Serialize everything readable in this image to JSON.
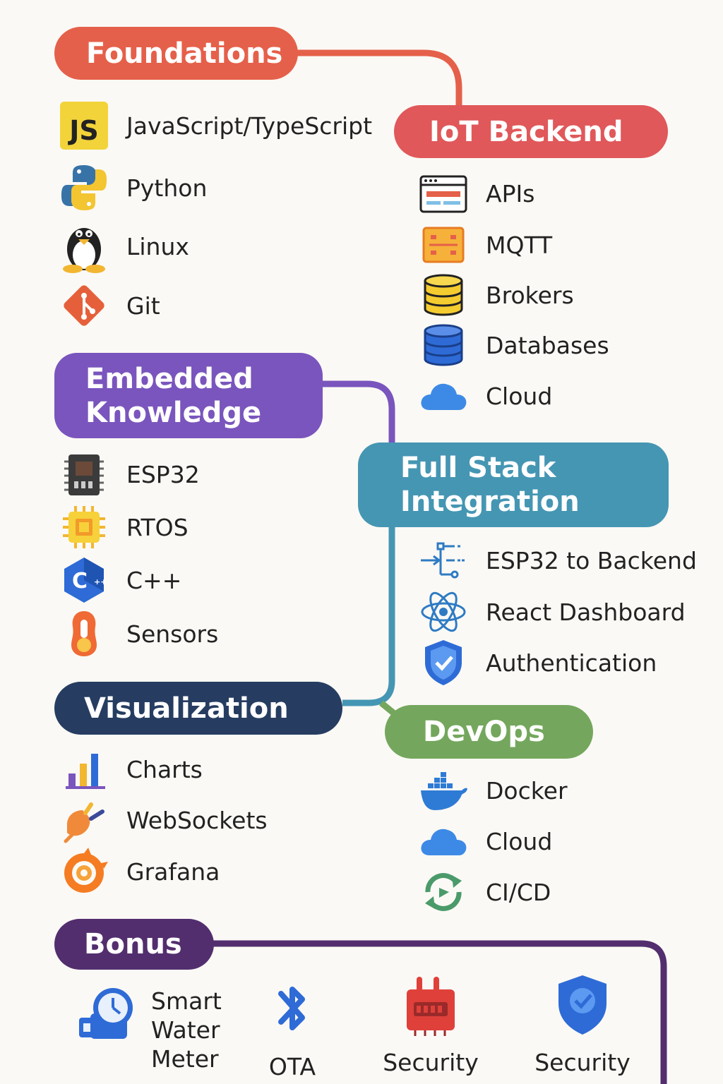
{
  "sections": {
    "foundations": {
      "title": "Foundations",
      "color": "#e5604a",
      "items": [
        {
          "label": "JavaScript/TypeScript",
          "icon": "javascript-icon"
        },
        {
          "label": "Python",
          "icon": "python-icon"
        },
        {
          "label": "Linux",
          "icon": "linux-penguin-icon"
        },
        {
          "label": "Git",
          "icon": "git-icon"
        }
      ]
    },
    "iot_backend": {
      "title": "IoT Backend",
      "color": "#e0585a",
      "items": [
        {
          "label": "APIs",
          "icon": "browser-window-icon"
        },
        {
          "label": "MQTT",
          "icon": "mqtt-board-icon"
        },
        {
          "label": "Brokers",
          "icon": "database-yellow-icon"
        },
        {
          "label": "Databases",
          "icon": "database-blue-icon"
        },
        {
          "label": "Cloud",
          "icon": "cloud-icon"
        }
      ]
    },
    "embedded": {
      "title": "Embedded\nKnowledge",
      "color": "#7a55bd",
      "items": [
        {
          "label": "ESP32",
          "icon": "esp32-chip-icon"
        },
        {
          "label": "RTOS",
          "icon": "cpu-chip-icon"
        },
        {
          "label": "C++",
          "icon": "cpp-icon"
        },
        {
          "label": "Sensors",
          "icon": "sensor-icon"
        }
      ]
    },
    "fullstack": {
      "title": "Full Stack\nIntegration",
      "color": "#4596b3",
      "items": [
        {
          "label": "ESP32 to Backend",
          "icon": "flow-arrows-icon"
        },
        {
          "label": "React Dashboard",
          "icon": "react-icon"
        },
        {
          "label": "Authentication",
          "icon": "shield-check-icon"
        }
      ]
    },
    "visualization": {
      "title": "Visualization",
      "color": "#263d61",
      "items": [
        {
          "label": "Charts",
          "icon": "bar-chart-icon"
        },
        {
          "label": "WebSockets",
          "icon": "plug-icon"
        },
        {
          "label": "Grafana",
          "icon": "grafana-icon"
        }
      ]
    },
    "devops": {
      "title": "DevOps",
      "color": "#74a75d",
      "items": [
        {
          "label": "Docker",
          "icon": "docker-whale-icon"
        },
        {
          "label": "Cloud",
          "icon": "cloud-icon"
        },
        {
          "label": "CI/CD",
          "icon": "cycle-arrows-icon"
        }
      ]
    },
    "bonus": {
      "title": "Bonus",
      "color": "#522e6e",
      "items": [
        {
          "label": "Smart\nWater\nMeter",
          "icon": "water-meter-icon"
        },
        {
          "label": "OTA",
          "icon": "bluetooth-icon"
        },
        {
          "label": "Security",
          "icon": "circuit-board-icon"
        },
        {
          "label": "Security",
          "icon": "shield-check-icon"
        }
      ]
    }
  }
}
